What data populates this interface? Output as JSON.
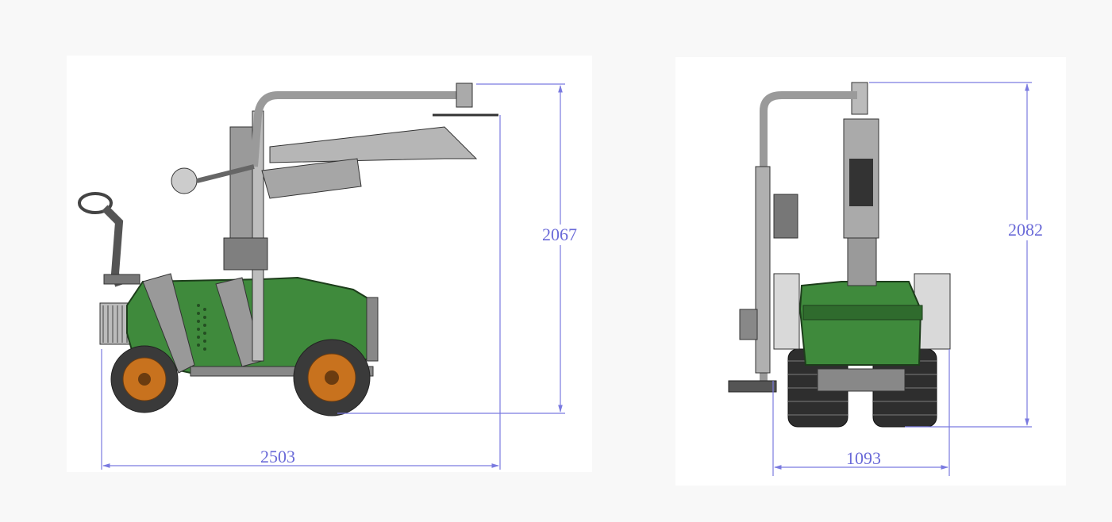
{
  "views": {
    "side": {
      "height_label": "2067",
      "length_label": "2503"
    },
    "front": {
      "height_label": "2082",
      "width_label": "1093"
    }
  },
  "colors": {
    "dimension_line": "#7a7ae0",
    "body_green": "#3f8a3c",
    "hub_orange": "#c8721e",
    "tire": "#3a3a3a",
    "steel": "#a8a8a8"
  }
}
